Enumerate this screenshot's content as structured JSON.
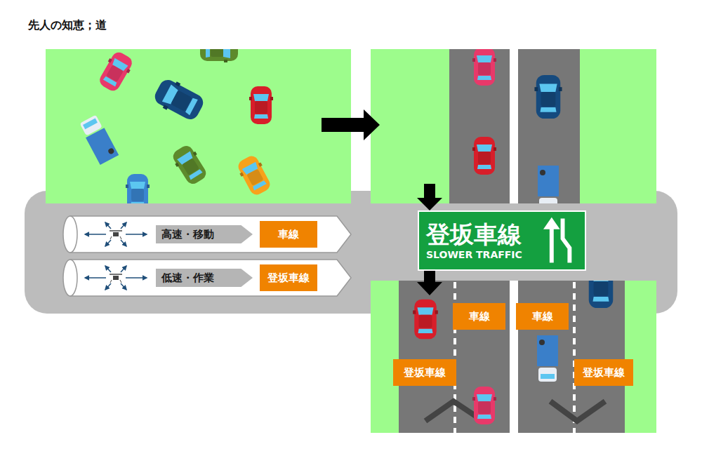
{
  "diagram": {
    "title": "先人の知恵；道",
    "nodes": [
      {
        "text": [
          "高速・移動"
        ]
      },
      {
        "text": [
          "車線"
        ]
      },
      {
        "text": [
          "低速・作業"
        ]
      },
      {
        "text": [
          "登坂車線"
        ]
      },
      {
        "text": [
          "登坂車線",
          "SLOWER TRAFFIC"
        ]
      },
      {
        "text": [
          "車線"
        ]
      },
      {
        "text": [
          "車線"
        ]
      },
      {
        "text": [
          "登坂車線"
        ]
      },
      {
        "text": [
          "登坂車線"
        ]
      }
    ]
  }
}
